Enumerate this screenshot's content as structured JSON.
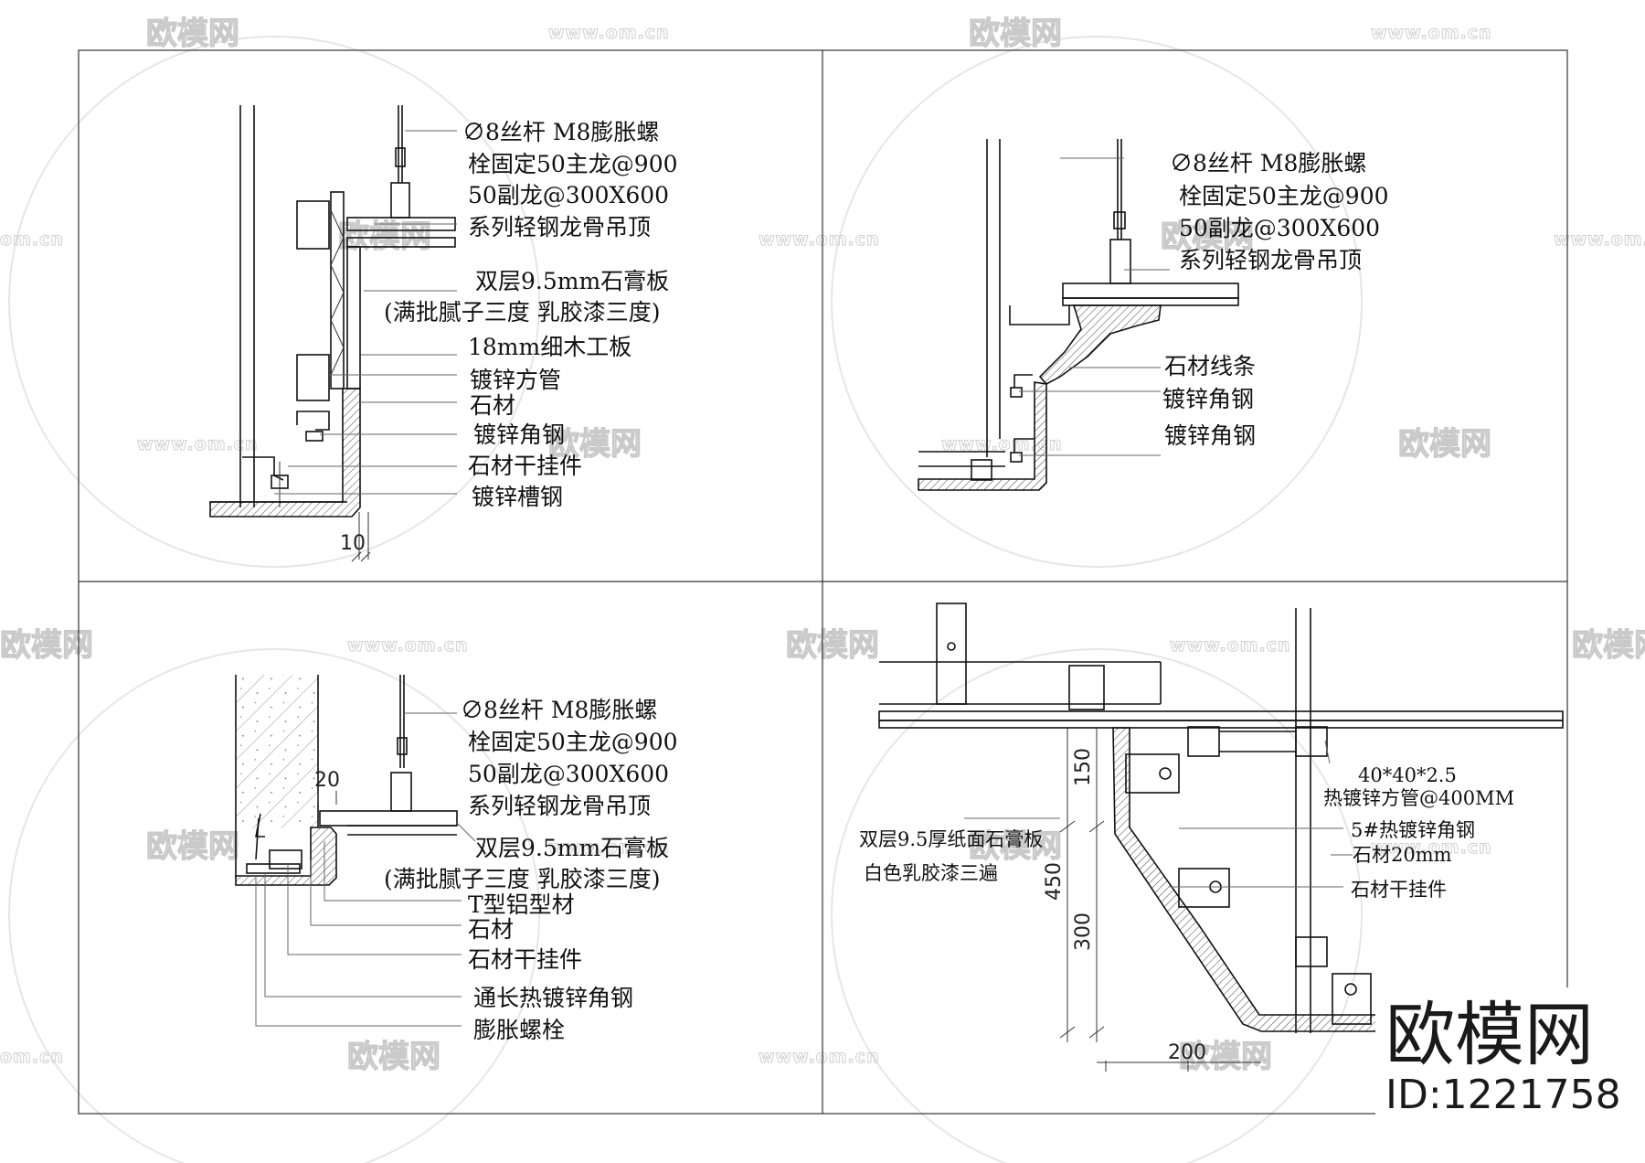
{
  "watermark": {
    "brand_cn": "欧模网",
    "url": "www.om.cn",
    "url_short": "om.cn"
  },
  "brand_footer": {
    "name": "欧模网",
    "id": "ID:1221758"
  },
  "panel_tl": {
    "labels": [
      "∅8丝杆 M8膨胀螺",
      "栓固定50主龙@900",
      "50副龙@300X600",
      "系列轻钢龙骨吊顶",
      "双层9.5mm石膏板",
      "(满批腻子三度 乳胶漆三度)",
      "18mm细木工板",
      "镀锌方管",
      "石材",
      "镀锌角钢",
      "石材干挂件",
      "镀锌槽钢"
    ],
    "dim_10": "10"
  },
  "panel_tr": {
    "labels": [
      "∅8丝杆 M8膨胀螺",
      "栓固定50主龙@900",
      "50副龙@300X600",
      "系列轻钢龙骨吊顶",
      "石材线条",
      "镀锌角钢",
      "镀锌角钢"
    ]
  },
  "panel_bl": {
    "labels": [
      "∅8丝杆 M8膨胀螺",
      "栓固定50主龙@900",
      "50副龙@300X600",
      "系列轻钢龙骨吊顶",
      "双层9.5mm石膏板",
      "(满批腻子三度 乳胶漆三度)",
      "T型铝型材",
      "石材",
      "石材干挂件",
      "通长热镀锌角钢",
      "膨胀螺栓"
    ],
    "dim_20": "20"
  },
  "panel_br": {
    "labels": [
      "40*40*2.5",
      "热镀锌方管@400MM",
      "5#热镀锌角钢",
      "石材20mm",
      "石材干挂件",
      "双层9.5厚纸面石膏板",
      "白色乳胶漆三遍"
    ],
    "dims": [
      "150",
      "450",
      "300",
      "200"
    ]
  }
}
